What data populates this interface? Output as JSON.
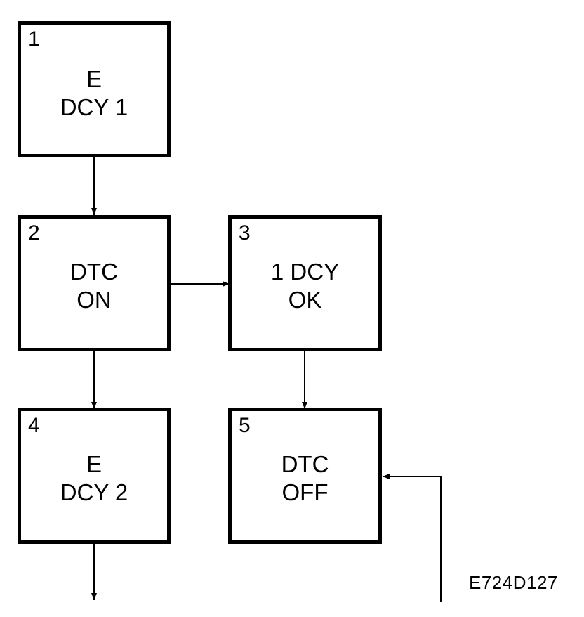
{
  "diagram": {
    "blocks": [
      {
        "id": "1",
        "number": "1",
        "line1": "E",
        "line2": "DCY 1"
      },
      {
        "id": "2",
        "number": "2",
        "line1": "DTC",
        "line2": "ON"
      },
      {
        "id": "3",
        "number": "3",
        "line1": "1 DCY",
        "line2": "OK"
      },
      {
        "id": "4",
        "number": "4",
        "line1": "E",
        "line2": "DCY 2"
      },
      {
        "id": "5",
        "number": "5",
        "line1": "DTC",
        "line2": "OFF"
      }
    ],
    "connections": [
      {
        "from": "1",
        "to": "2"
      },
      {
        "from": "2",
        "to": "3"
      },
      {
        "from": "2",
        "to": "4"
      },
      {
        "from": "3",
        "to": "5"
      },
      {
        "from": "external",
        "to": "5"
      },
      {
        "from": "4",
        "to": "external"
      }
    ],
    "reference_code": "E724D127"
  }
}
